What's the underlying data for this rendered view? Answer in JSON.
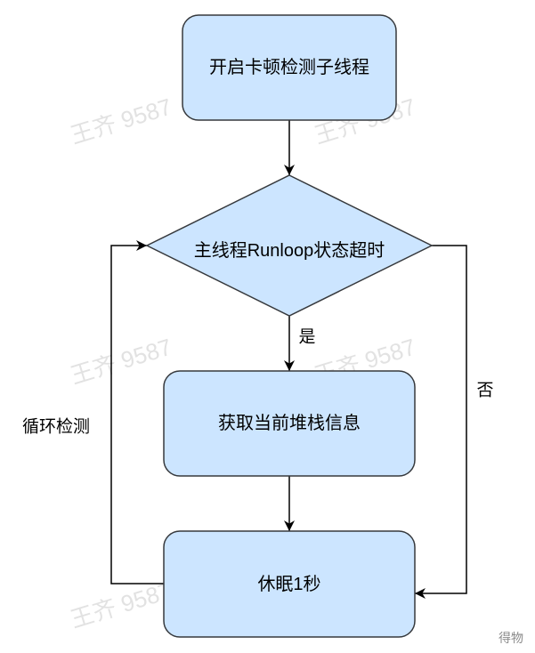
{
  "nodes": {
    "start": "开启卡顿检测子线程",
    "check": "主线程Runloop状态超时",
    "fetch": "获取当前堆栈信息",
    "sleep": "休眠1秒"
  },
  "edge_labels": {
    "yes": "是",
    "no": "否",
    "loop": "循环检测"
  },
  "watermark": "王齐 9587",
  "brand": "得物",
  "colors": {
    "node_fill": "#cce5ff",
    "node_stroke": "#36393d",
    "edge": "#000000",
    "watermark": "#d9d9d9"
  }
}
